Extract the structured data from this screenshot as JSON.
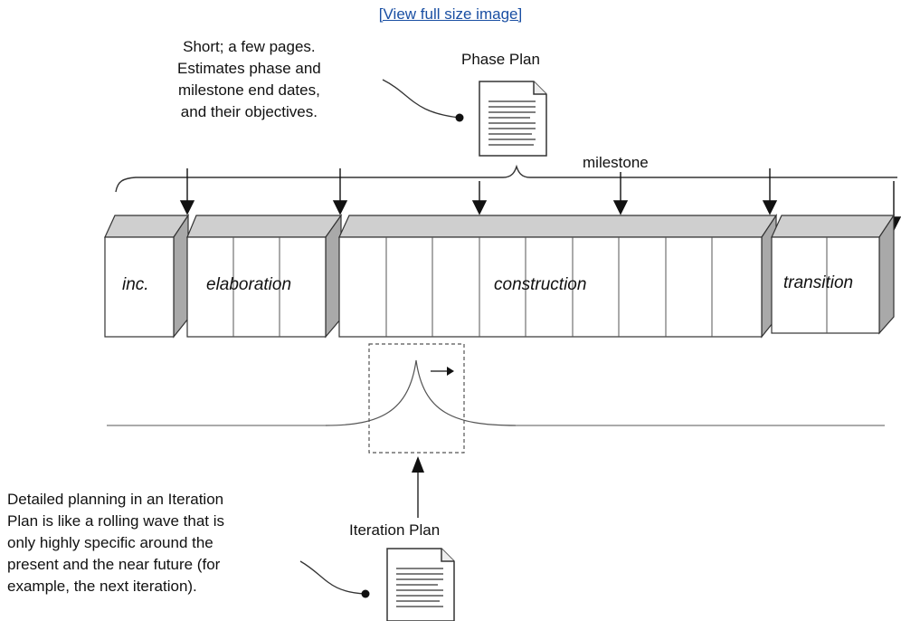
{
  "link": {
    "view_full_size": "[View full size image]"
  },
  "notes": {
    "phase_plan_note": [
      "Short; a few pages.",
      "Estimates phase and",
      "milestone end dates,",
      "and their objectives."
    ],
    "iteration_plan_note": [
      "Detailed planning in an Iteration",
      "Plan is like a rolling wave that is",
      "only highly specific around the",
      "present and the near future (for",
      "example, the next iteration)."
    ]
  },
  "labels": {
    "phase_plan": "Phase Plan",
    "milestone": "milestone",
    "iteration_plan": "Iteration Plan"
  },
  "phases": {
    "inception": "inc.",
    "elaboration": "elaboration",
    "construction": "construction",
    "transition": "transition"
  },
  "icons": {
    "document": "document-icon",
    "arrow_down": "arrow-down-icon",
    "arrow_up": "arrow-up-icon"
  }
}
